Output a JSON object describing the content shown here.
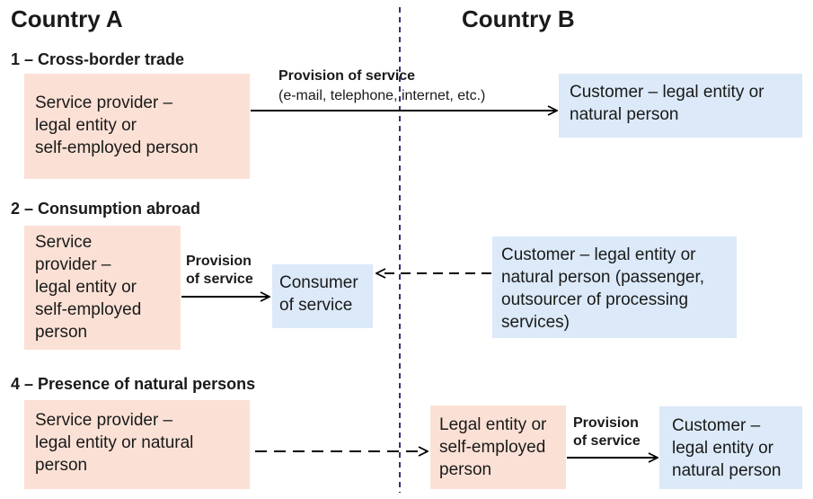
{
  "headings": {
    "country_a": "Country A",
    "country_b": "Country B"
  },
  "sections": [
    {
      "title": "1 – Cross-border trade",
      "provider": "Service provider –\nlegal entity or\nself-employed person",
      "arrow_label_bold": "Provision of service",
      "arrow_label_normal": "(e-mail, telephone, internet, etc.)",
      "customer": "Customer – legal entity or\nnatural person"
    },
    {
      "title": "2 – Consumption abroad",
      "provider": "Service\nprovider –\nlegal entity or\nself-employed\nperson",
      "arrow_label": "Provision\nof service",
      "consumer": "Consumer\nof service",
      "customer": "Customer – legal entity or\nnatural person (passenger,\noutsourcer of processing\nservices)"
    },
    {
      "title": "4 – Presence of natural persons",
      "provider": "Service provider –\nlegal entity or natural\nperson",
      "intermediary": "Legal entity or\nself-employed\nperson",
      "arrow_label": "Provision\nof service",
      "customer": "Customer –\nlegal entity or\nnatural person"
    }
  ],
  "colors": {
    "provider_bg": "#fbe1d5",
    "customer_bg": "#dbe9f8",
    "divider": "#3b2f7a"
  }
}
